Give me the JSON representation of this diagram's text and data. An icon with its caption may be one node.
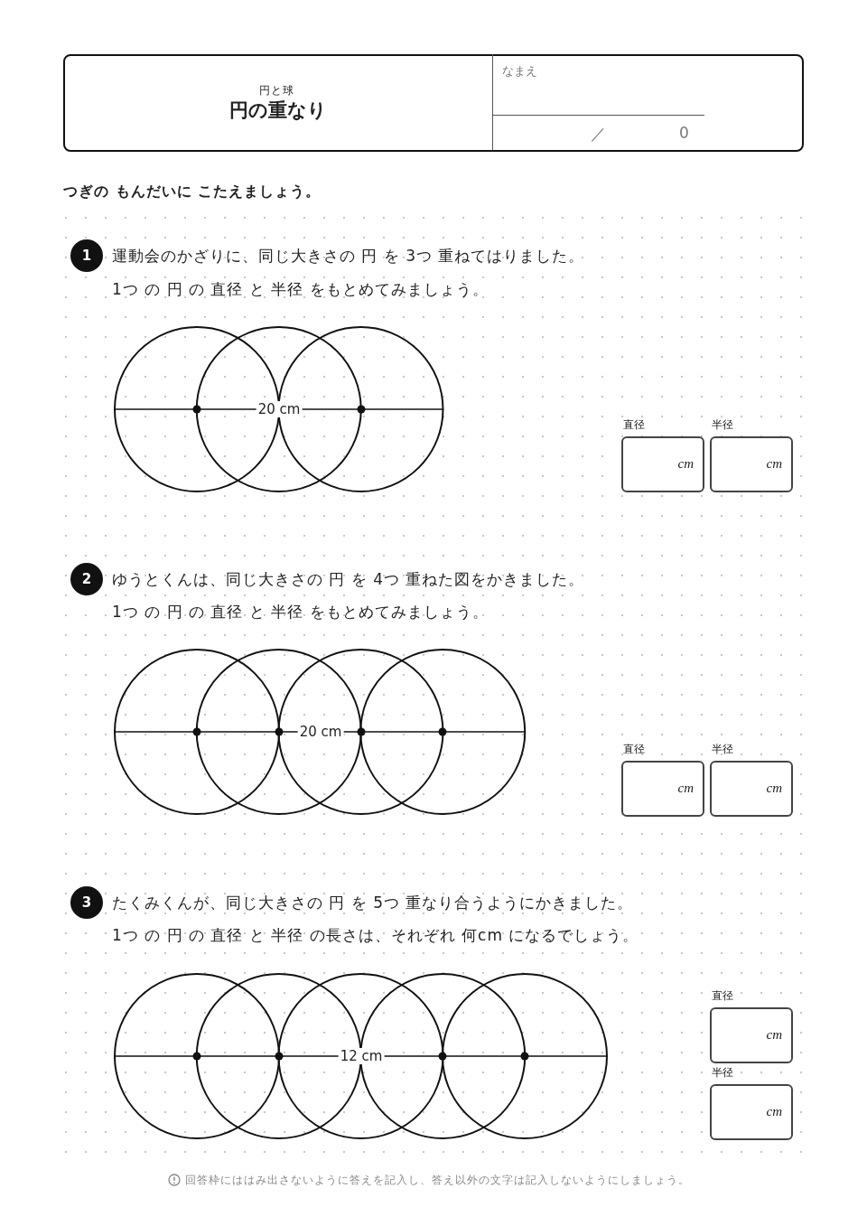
{
  "diagram": {
    "title": "円の重なり",
    "nodes": [
      {
        "text": [
          "なまえ"
        ]
      },
      {
        "text": [
          "／",
          "0"
        ]
      },
      {
        "text": [
          "1"
        ]
      },
      {
        "text": [
          "cm"
        ],
        "beside": [
          "直径"
        ]
      },
      {
        "text": [
          "cm"
        ],
        "beside": [
          "半径"
        ]
      },
      {
        "text": [
          "2"
        ]
      },
      {
        "text": [
          "cm"
        ],
        "beside": [
          "直径"
        ]
      },
      {
        "text": [
          "cm"
        ],
        "beside": [
          "半径"
        ]
      },
      {
        "text": [
          "3"
        ]
      },
      {
        "text": [
          "cm"
        ],
        "beside": [
          "直径"
        ]
      },
      {
        "text": [
          "cm"
        ],
        "beside": [
          "半径"
        ]
      }
    ],
    "labels": [
      "円と球",
      "つぎの もんだいに こたえましょう。",
      "運動会のかざりに、同じ大きさの 円 を 3つ 重ねてはりました。",
      "1つ の 円 の 直径 と 半径 をもとめてみましょう。",
      "20 cm",
      "ゆうとくんは、同じ大きさの 円 を 4つ 重ねた図をかきました。",
      "1つ の 円 の 直径 と 半径 をもとめてみましょう。",
      "20 cm",
      "たくみくんが、同じ大きさの 円 を 5つ 重なり合うようにかきました。",
      "1つ の 円 の 直径 と 半径 の長さは、それぞれ 何cm になるでしょう。",
      "12 cm",
      "回答枠にははみ出さないように答えを記入し、答え以外の文字は記入しないようにしましょう。"
    ]
  }
}
